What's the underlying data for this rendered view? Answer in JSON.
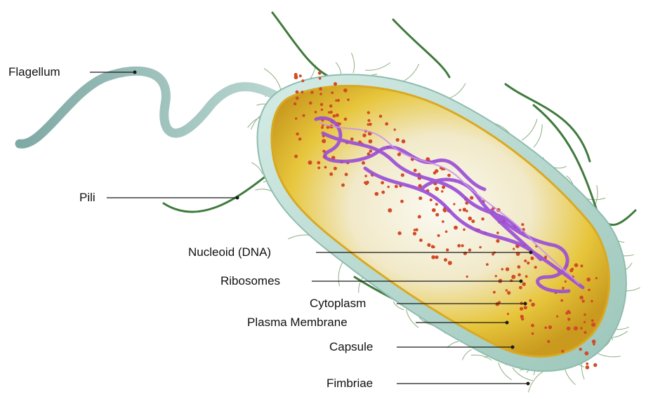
{
  "labels": {
    "flagellum": "Flagellum",
    "pili": "Pili",
    "nucleoid": "Nucleoid (DNA)",
    "ribosomes": "Ribosomes",
    "cytoplasm": "Cytoplasm",
    "plasma_membrane": "Plasma Membrane",
    "capsule": "Capsule",
    "fimbriae": "Fimbriae"
  },
  "colors": {
    "capsule": "#b9d8cf",
    "cytoplasm": "#e7c63c",
    "interior": "#f2f0e6",
    "dna": "#9b4fd6",
    "ribosome": "#d24a26",
    "pili": "#3f7a3c",
    "flagellum": "#8fb8b2"
  }
}
